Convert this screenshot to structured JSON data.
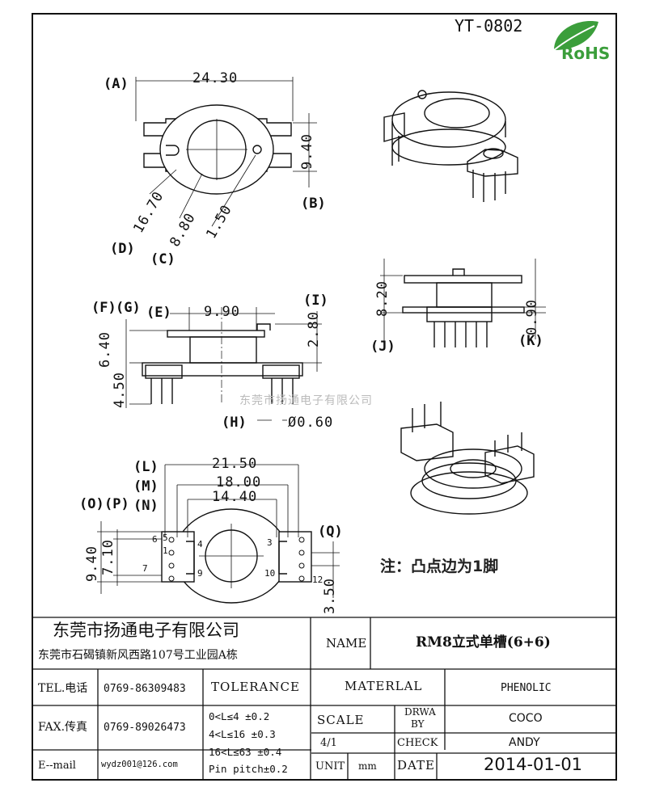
{
  "header": {
    "part_number": "YT-0802",
    "rohs_label": "RoHS"
  },
  "dimensions": {
    "d_24_30": "24.30",
    "d_9_40_top": "9.40",
    "d_16_70": "16.70",
    "d_8_80": "8.80",
    "d_1_50": "1.50",
    "d_9_90": "9.90",
    "d_6_40": "6.40",
    "d_2_80": "2.80",
    "d_4_50": "4.50",
    "d_0_60": "Ø0.60",
    "d_8_20": "8.20",
    "d_0_90": "0.90",
    "d_21_50": "21.50",
    "d_18_00": "18.00",
    "d_14_40": "14.40",
    "d_9_40_bot": "9.40",
    "d_7_10": "7.10",
    "d_3_50": "3.50"
  },
  "labels": {
    "A": "(A)",
    "B": "(B)",
    "C": "(C)",
    "D": "(D)",
    "E": "(E)",
    "F": "(F)",
    "G": "(G)",
    "H": "(H)",
    "I": "(I)",
    "J": "(J)",
    "K": "(K)",
    "L": "(L)",
    "M": "(M)",
    "N": "(N)",
    "O": "(O)",
    "P": "(P)",
    "Q": "(Q)"
  },
  "pins": {
    "p1": "1",
    "p4": "4",
    "p5": "5",
    "p6": "6",
    "p7": "7",
    "p9": "9",
    "p10": "10",
    "p12": "12",
    "p3": "3"
  },
  "watermark": "东莞市扬通电子有限公司",
  "note": "注：凸点边为1脚",
  "title_block": {
    "company": "东莞市扬通电子有限公司",
    "address": "东莞市石碣镇新风西路107号工业园A栋",
    "name_label": "NAME",
    "name_value": "RM8立式单槽(6+6)",
    "tel_label": "TEL.电话",
    "tel_value": "0769-86309483",
    "fax_label": "FAX.传真",
    "fax_value": "0769-89026473",
    "email_label": "E--mail",
    "email_value": "wydz001@126.com",
    "tolerance_label": "TOLERANCE",
    "tol1": "0<L≤4   ±0.2",
    "tol2": "4<L≤16  ±0.3",
    "tol3": "16<L≤63 ±0.4",
    "tol4": "Pin pitch±0.2",
    "material_label": "MATERLAL",
    "material_value": "PHENOLIC",
    "scale_label": "SCALE",
    "scale_value": "4/1",
    "drawn_label1": "DRWA",
    "drawn_label2": "BY",
    "drawn_value": "COCO",
    "check_label": "CHECK",
    "check_value": "ANDY",
    "unit_label": "UNIT",
    "unit_value": "mm",
    "date_label": "DATE",
    "date_value": "2014-01-01"
  }
}
